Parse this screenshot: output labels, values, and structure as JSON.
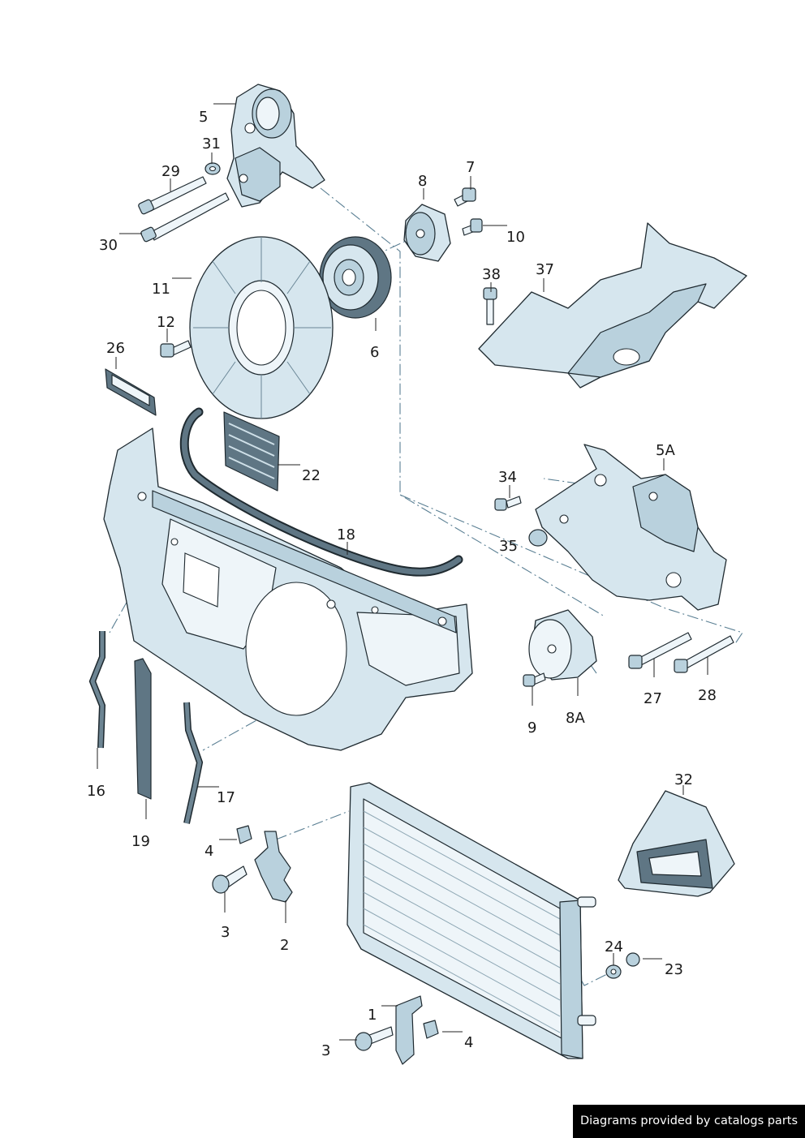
{
  "callouts": [
    {
      "id": "c1",
      "text": "1"
    },
    {
      "id": "c2",
      "text": "2"
    },
    {
      "id": "c3a",
      "text": "3"
    },
    {
      "id": "c3b",
      "text": "3"
    },
    {
      "id": "c4a",
      "text": "4"
    },
    {
      "id": "c4b",
      "text": "4"
    },
    {
      "id": "c5",
      "text": "5"
    },
    {
      "id": "c5A",
      "text": "5A"
    },
    {
      "id": "c6",
      "text": "6"
    },
    {
      "id": "c7",
      "text": "7"
    },
    {
      "id": "c8",
      "text": "8"
    },
    {
      "id": "c8A",
      "text": "8A"
    },
    {
      "id": "c9",
      "text": "9"
    },
    {
      "id": "c10",
      "text": "10"
    },
    {
      "id": "c11",
      "text": "11"
    },
    {
      "id": "c12",
      "text": "12"
    },
    {
      "id": "c16",
      "text": "16"
    },
    {
      "id": "c17",
      "text": "17"
    },
    {
      "id": "c18",
      "text": "18"
    },
    {
      "id": "c19",
      "text": "19"
    },
    {
      "id": "c22",
      "text": "22"
    },
    {
      "id": "c23",
      "text": "23"
    },
    {
      "id": "c24",
      "text": "24"
    },
    {
      "id": "c26",
      "text": "26"
    },
    {
      "id": "c27",
      "text": "27"
    },
    {
      "id": "c28",
      "text": "28"
    },
    {
      "id": "c29",
      "text": "29"
    },
    {
      "id": "c30",
      "text": "30"
    },
    {
      "id": "c31",
      "text": "31"
    },
    {
      "id": "c32",
      "text": "32"
    },
    {
      "id": "c34",
      "text": "34"
    },
    {
      "id": "c35",
      "text": "35"
    },
    {
      "id": "c37",
      "text": "37"
    },
    {
      "id": "c38",
      "text": "38"
    }
  ],
  "credit": "Diagrams provided by catalogs parts"
}
